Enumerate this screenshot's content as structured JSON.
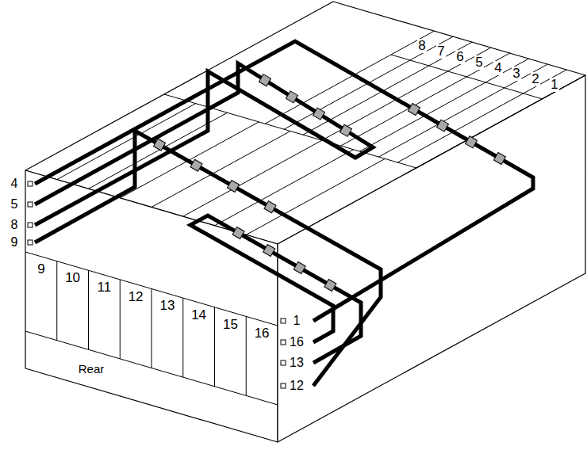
{
  "diagram": {
    "labels": [
      "8",
      "7",
      "6",
      "5",
      "4",
      "3",
      "2",
      "1",
      "4",
      "5",
      "8",
      "9",
      "9",
      "10",
      "11",
      "12",
      "13",
      "14",
      "15",
      "16",
      "1",
      "16",
      "13",
      "12",
      "Rear"
    ]
  }
}
